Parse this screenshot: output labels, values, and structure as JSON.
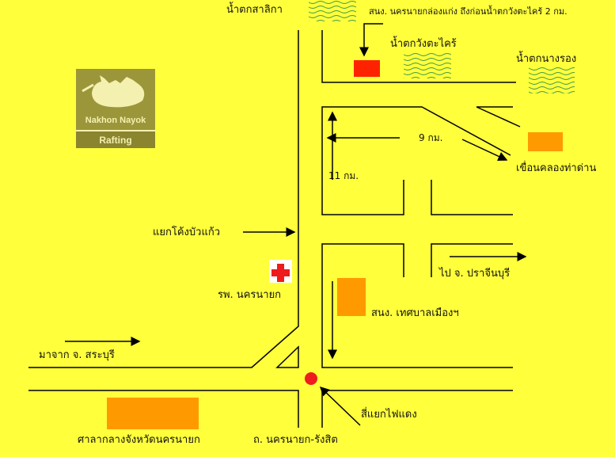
{
  "logo": {
    "line1": "Nakhon Nayok",
    "line2": "Rafting"
  },
  "labels": {
    "salika": "น้ำตกสาลิกา",
    "office_note": "สนง. นครนายกล่องแก่ง ถึงก่อนน้ำตกวังตะไคร้ 2 กม.",
    "wang_takhrai": "น้ำตกวังตะไคร้",
    "nang_rong": "น้ำตกนางรอง",
    "dist_9": "9 กม.",
    "dist_11": "11 กม.",
    "dam": "เขื่อนคลองท่าด่าน",
    "junction": "แยกโค้งบัวแก้ว",
    "prachinburi": "ไป จ. ปราจีนบุรี",
    "hospital": "รพ. นครนายก",
    "municipality": "สนง. เทศบาลเมืองฯ",
    "saraburi": "มาจาก จ. สระบุรี",
    "traffic_light": "สี่แยกไฟแดง",
    "city_hall": "ศาลากลางจังหวัดนครนายก",
    "road": "ถ. นครนายก-รังสิต"
  },
  "colors": {
    "background": "#ffff3c",
    "building": "#ff9900",
    "marker": "#ff2200",
    "water": "#4a9a4a"
  }
}
